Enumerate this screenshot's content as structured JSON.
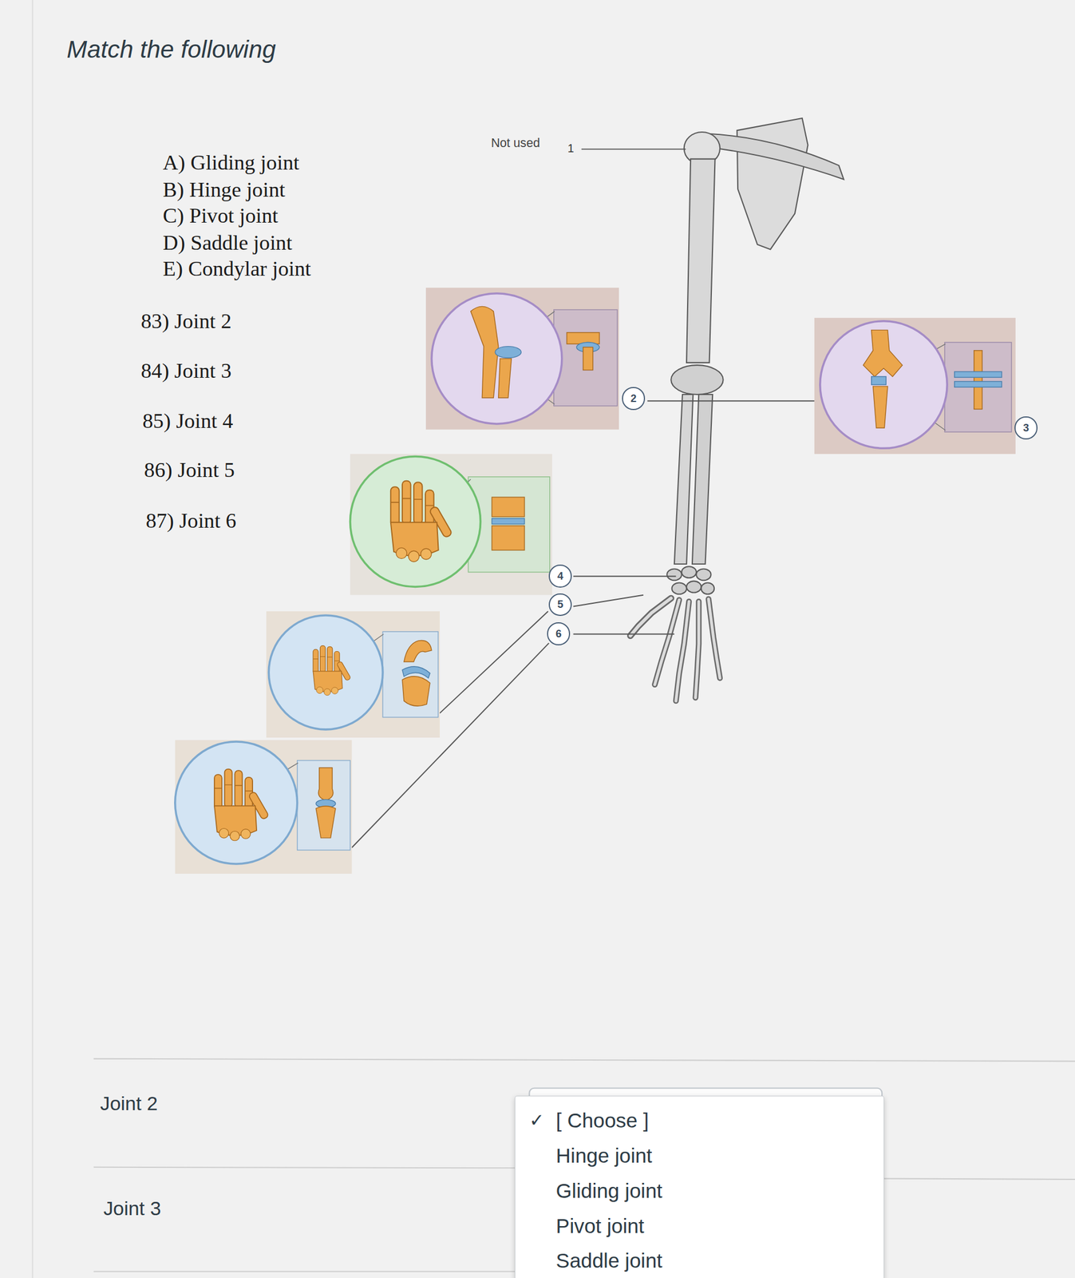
{
  "diagram": {
    "title": "Match the following",
    "nodes": [
      {
        "text": [
          "2"
        ]
      },
      {
        "text": [
          "3"
        ]
      },
      {
        "text": [
          "4"
        ]
      },
      {
        "text": [
          "5"
        ]
      },
      {
        "text": [
          "6"
        ]
      },
      {
        "text": [
          "[ Choose ]",
          "Hinge joint",
          "Gliding joint",
          "Pivot joint",
          "Saddle joint"
        ]
      }
    ],
    "labels": [
      "A) Gliding joint",
      "B) Hinge joint",
      "C) Pivot joint",
      "D) Saddle joint",
      "E) Condylar joint",
      "83) Joint 2",
      "84) Joint 3",
      "85) Joint 4",
      "86) Joint 5",
      "87) Joint 6",
      "Not used",
      "1",
      "Joint 2",
      "Joint 3",
      "✓"
    ]
  }
}
